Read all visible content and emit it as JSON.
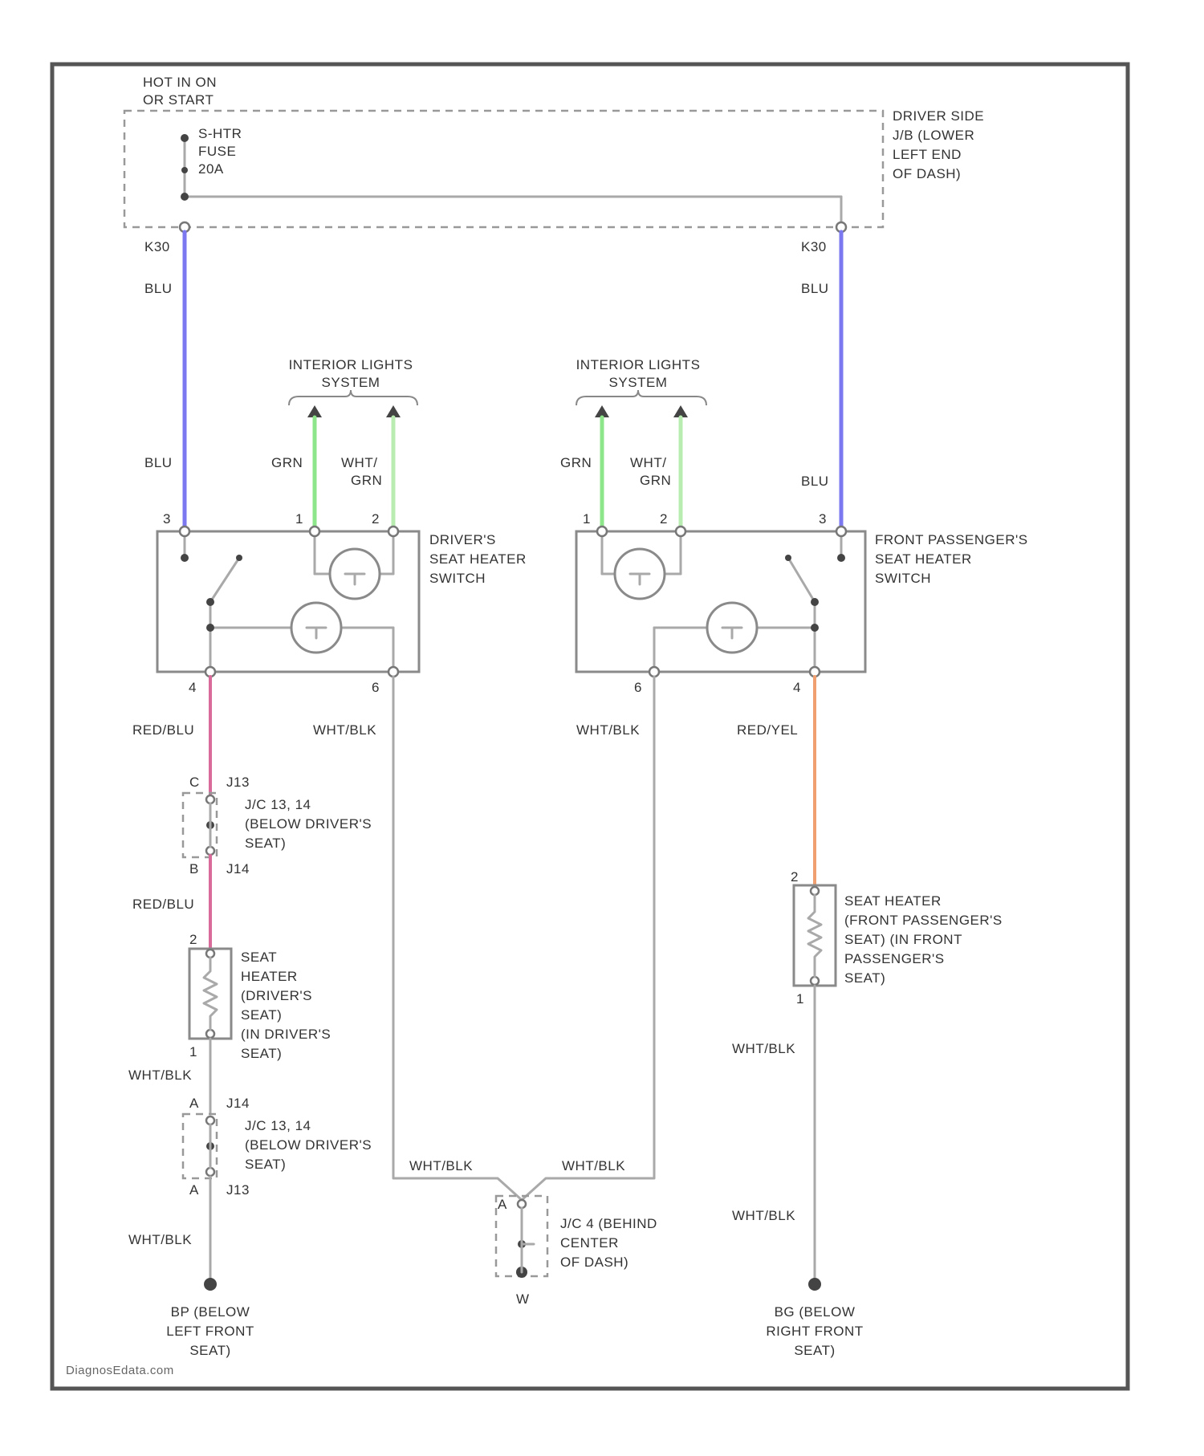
{
  "power": {
    "label_line1": "HOT IN ON",
    "label_line2": "OR START",
    "fuse_line1": "S-HTR",
    "fuse_line2": "FUSE",
    "fuse_line3": "20A",
    "jb_line1": "DRIVER SIDE",
    "jb_line2": "J/B (LOWER",
    "jb_line3": "LEFT END",
    "jb_line4": "OF DASH)",
    "connector_left": "K30",
    "connector_right": "K30"
  },
  "wire_colors": {
    "blu": "#7b78f0",
    "grn": "#8ee68a",
    "wht_grn": "#b8ecb0",
    "red_blu": "#d96b9a",
    "red_yel": "#f0a070",
    "wht_blk": "#a9a9a9"
  },
  "wires": {
    "left_blu_upper": "BLU",
    "left_blu_lower": "BLU",
    "right_blu_upper": "BLU",
    "right_blu_lower": "BLU",
    "left_grn": "GRN",
    "left_wht_grn_1": "WHT/",
    "left_wht_grn_2": "GRN",
    "right_grn": "GRN",
    "right_wht_grn_1": "WHT/",
    "right_wht_grn_2": "GRN",
    "left_red_blu_upper": "RED/BLU",
    "left_red_blu_lower": "RED/BLU",
    "left_wht_blk_mid": "WHT/BLK",
    "right_wht_blk_mid": "WHT/BLK",
    "right_red_yel": "RED/YEL",
    "left_wht_blk_after_heater": "WHT/BLK",
    "left_wht_blk_bottom": "WHT/BLK",
    "right_wht_blk_after_heater": "WHT/BLK",
    "right_wht_blk_bottom": "WHT/BLK",
    "splice_left_in": "WHT/BLK",
    "splice_right_in": "WHT/BLK"
  },
  "interior_lights": {
    "left_line1": "INTERIOR LIGHTS",
    "left_line2": "SYSTEM",
    "right_line1": "INTERIOR LIGHTS",
    "right_line2": "SYSTEM"
  },
  "driver_switch": {
    "line1": "DRIVER'S",
    "line2": "SEAT HEATER",
    "line3": "SWITCH",
    "pin_power": "3",
    "pin_grn": "1",
    "pin_wht_grn": "2",
    "pin_heater_out": "4",
    "pin_ground": "6"
  },
  "passenger_switch": {
    "line1": "FRONT PASSENGER'S",
    "line2": "SEAT HEATER",
    "line3": "SWITCH",
    "pin_power": "3",
    "pin_grn": "1",
    "pin_wht_grn": "2",
    "pin_heater_out": "4",
    "pin_ground": "6"
  },
  "jc_upper": {
    "pin_top": "C",
    "conn_top": "J13",
    "pin_bottom": "B",
    "conn_bottom": "J14",
    "line1": "J/C 13, 14",
    "line2": "(BELOW DRIVER'S",
    "line3": "SEAT)"
  },
  "driver_heater": {
    "pin_top": "2",
    "pin_bottom": "1",
    "line1": "SEAT",
    "line2": "HEATER",
    "line3": "(DRIVER'S",
    "line4": "SEAT)",
    "line5": "(IN DRIVER'S",
    "line6": "SEAT)"
  },
  "passenger_heater": {
    "pin_top": "2",
    "pin_bottom": "1",
    "line1": "SEAT HEATER",
    "line2": "(FRONT PASSENGER'S",
    "line3": "SEAT) (IN FRONT",
    "line4": "PASSENGER'S",
    "line5": "SEAT)"
  },
  "jc_lower": {
    "pin_top": "A",
    "conn_top": "J14",
    "pin_bottom": "A",
    "conn_bottom": "J13",
    "line1": "J/C 13, 14",
    "line2": "(BELOW DRIVER'S",
    "line3": "SEAT)"
  },
  "jc_center": {
    "pin_top": "A",
    "pin_bottom": "W",
    "line1": "J/C 4 (BEHIND",
    "line2": "CENTER",
    "line3": "OF DASH)"
  },
  "ground_left": {
    "line1": "BP (BELOW",
    "line2": "LEFT FRONT",
    "line3": "SEAT)"
  },
  "ground_right": {
    "line1": "BG (BELOW",
    "line2": "RIGHT FRONT",
    "line3": "SEAT)"
  },
  "watermark": "DiagnosEdata.com"
}
